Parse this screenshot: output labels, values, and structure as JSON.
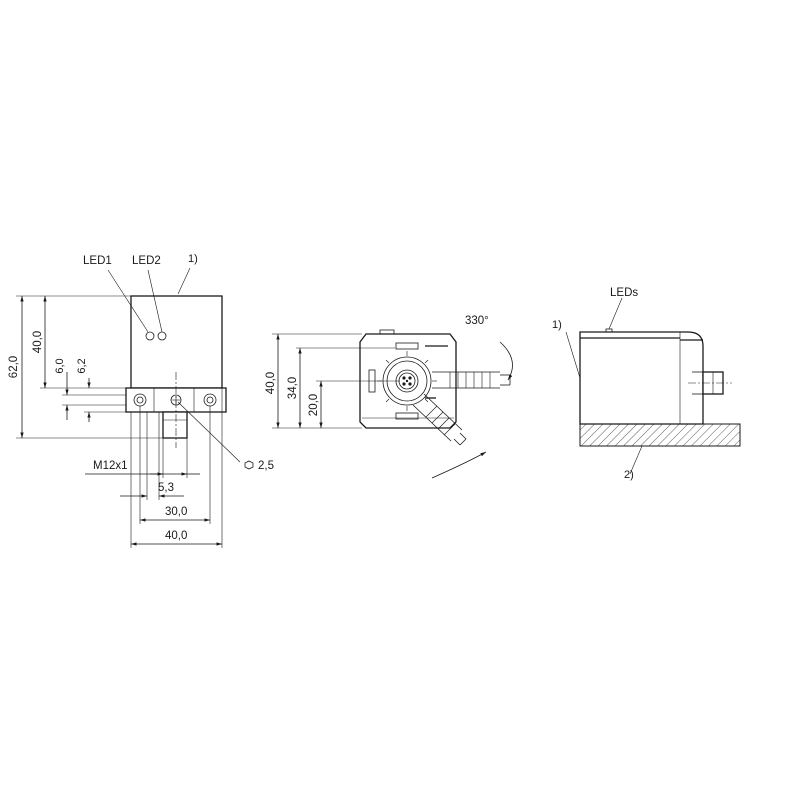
{
  "front_view": {
    "led1": "LED1",
    "led2": "LED2",
    "note": "1)",
    "dim_62": "62,0",
    "dim_40v": "40,0",
    "dim_6": "6,0",
    "dim_62s": "6,2",
    "thread": "M12x1",
    "dim_53": "5,3",
    "dim_30": "30,0",
    "dim_40h": "40,0",
    "wrench": "2,5"
  },
  "top_view": {
    "dim_40": "40,0",
    "dim_34": "34,0",
    "dim_20": "20,0",
    "angle": "330°"
  },
  "side_view": {
    "leds": "LEDs",
    "note1": "1)",
    "note2": "2)"
  }
}
